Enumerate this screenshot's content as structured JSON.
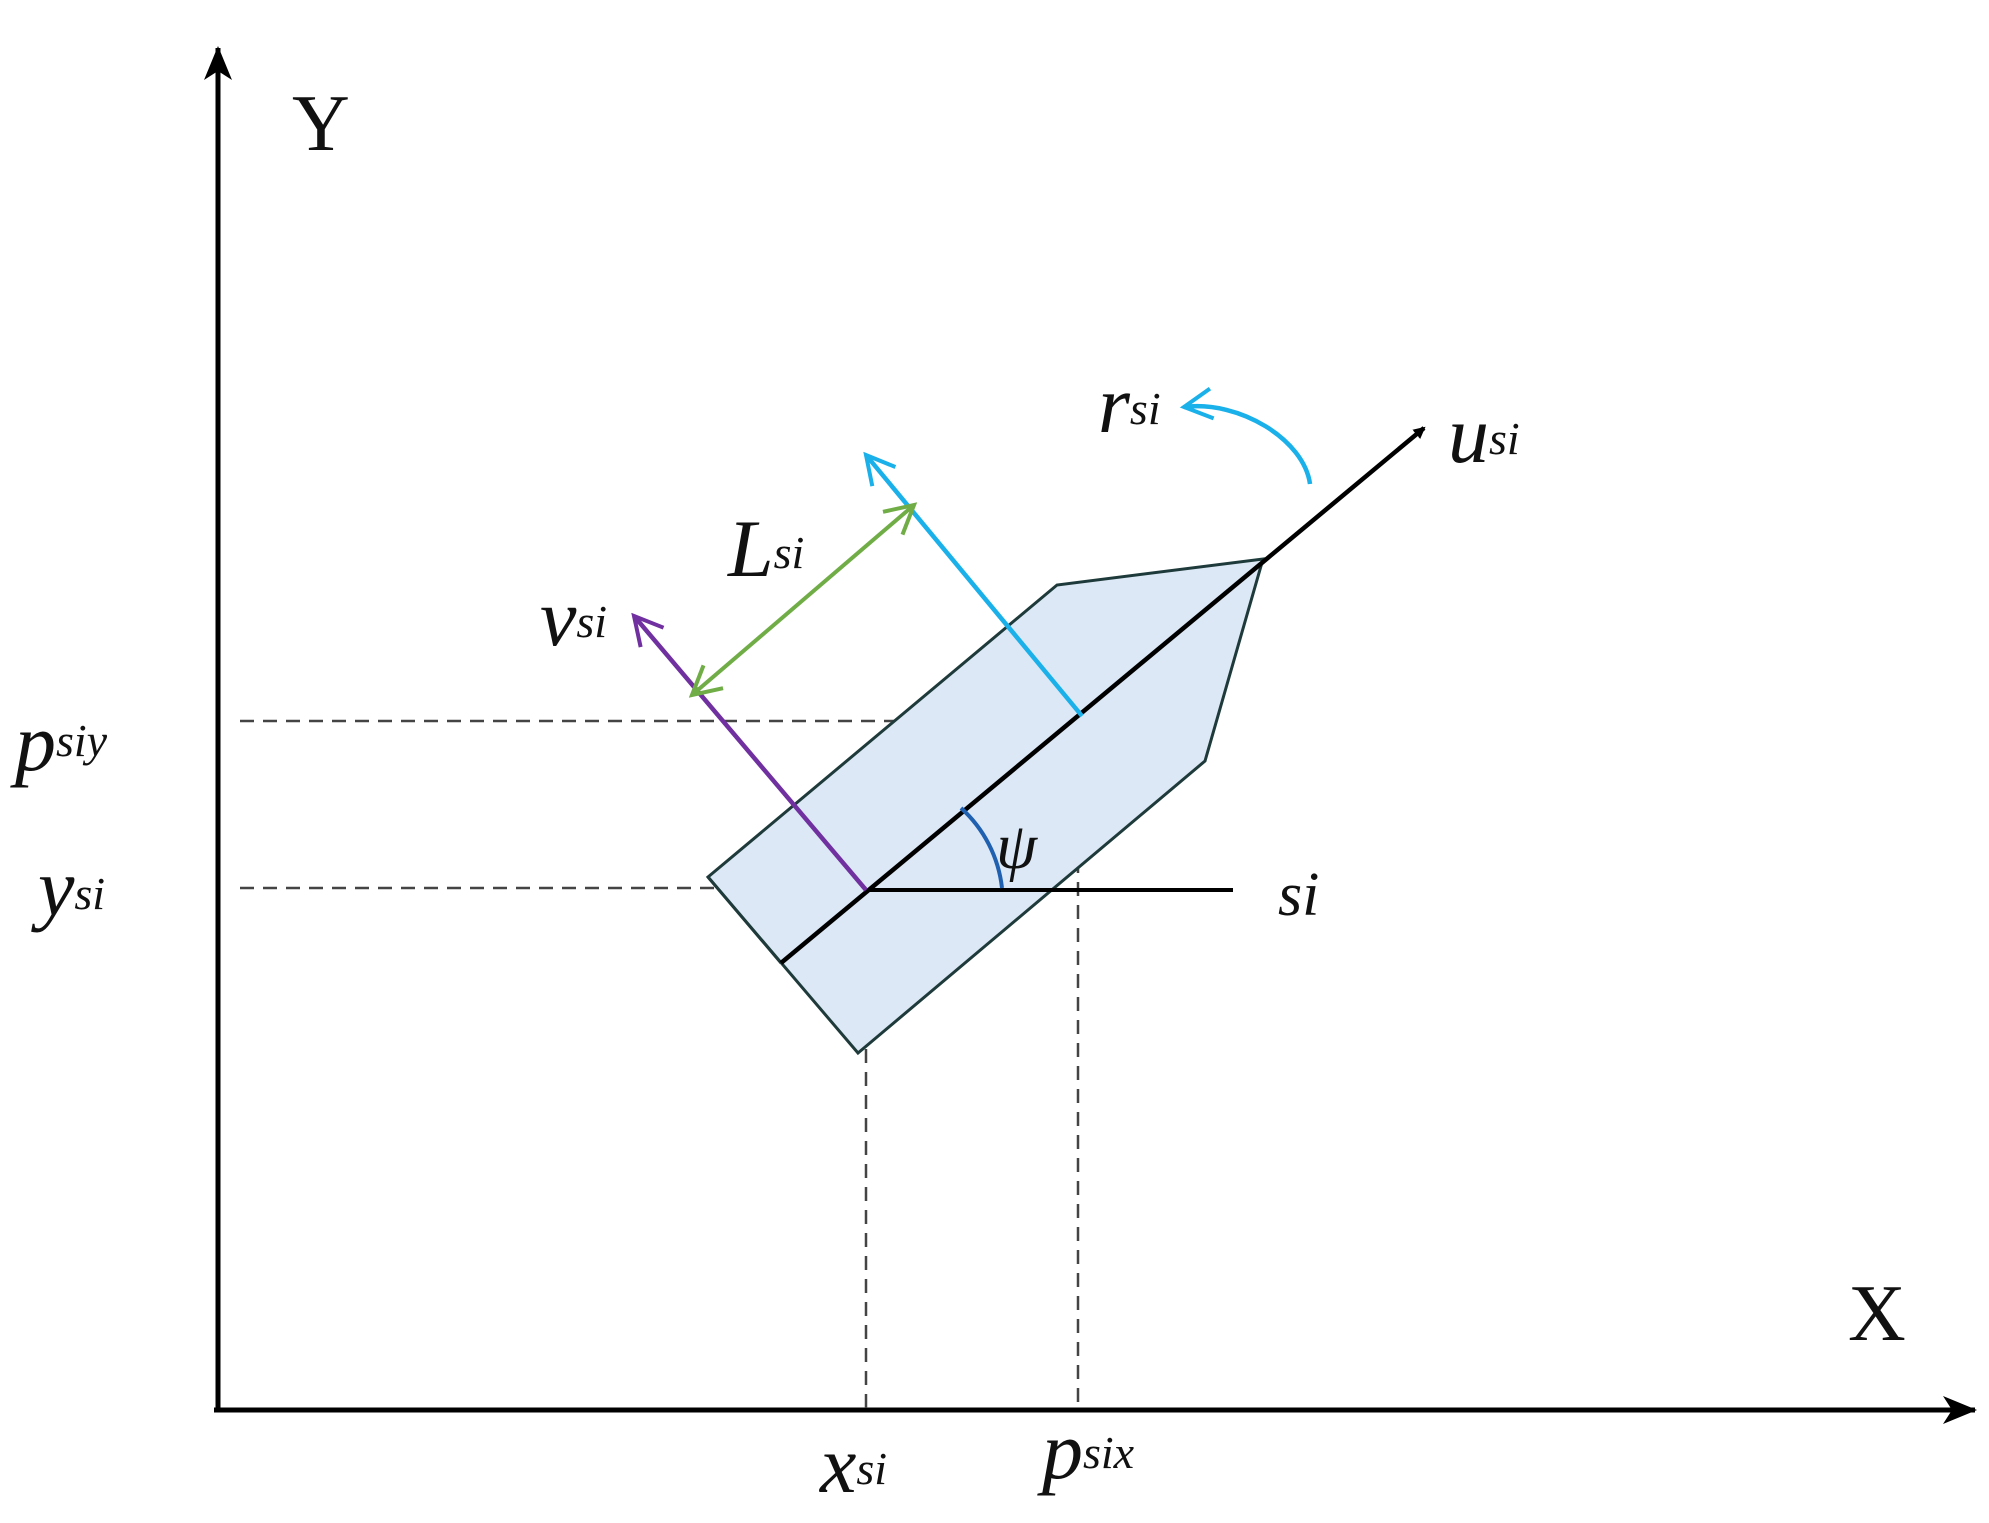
{
  "axes": {
    "x_label": "X",
    "y_label": "Y"
  },
  "labels": {
    "psiy": {
      "main": "p",
      "sub": "siy"
    },
    "ysi": {
      "main": "y",
      "sub": "si"
    },
    "xsi": {
      "main": "x",
      "sub": "si"
    },
    "psix": {
      "main": "p",
      "sub": "six"
    },
    "usi": {
      "main": "u",
      "sub": "si"
    },
    "rsi": {
      "main": "r",
      "sub": "si"
    },
    "vsi": {
      "main": "v",
      "sub": "si"
    },
    "Lsi": {
      "main": "L",
      "sub": "si"
    },
    "psi_angle": "ψ",
    "si_line": "si"
  },
  "colors": {
    "hull_fill": "#dce8f5",
    "hull_stroke": "#1f3a3a",
    "axis": "#000000",
    "heading": "#000000",
    "sway_velocity": "#7030a0",
    "length_marker": "#70ad47",
    "yaw_rate": "#1ab0ea",
    "angle_arc": "#2060b0",
    "dashed": "#444444"
  }
}
